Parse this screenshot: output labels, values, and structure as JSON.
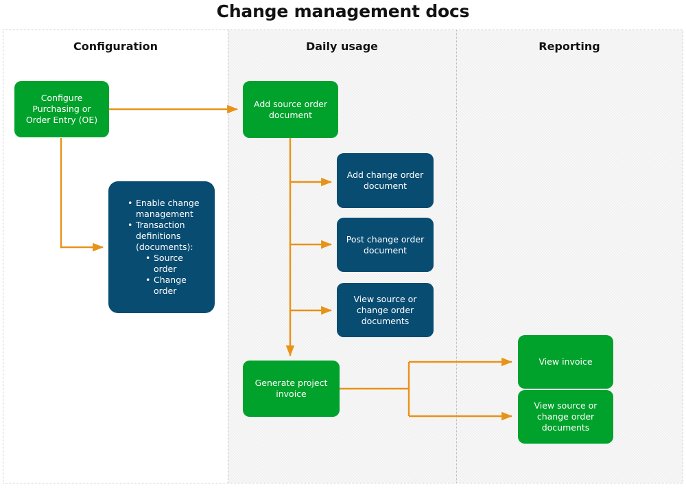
{
  "title": "Change management docs",
  "colors": {
    "green": "#00a22b",
    "navy": "#084c72",
    "orange": "#e89217",
    "lane_shade": "#f7f7f7",
    "title_text": "#121212"
  },
  "lanes": [
    {
      "id": "configuration",
      "label": "Configuration",
      "shaded": false
    },
    {
      "id": "daily-usage",
      "label": "Daily usage",
      "shaded": true
    },
    {
      "id": "reporting",
      "label": "Reporting",
      "shaded": true
    }
  ],
  "nodes": {
    "configure_purchasing": {
      "label": "Configure Purchasing or Order Entry (OE)",
      "line1": "Configure",
      "line2": "Purchasing or",
      "line3": "Order Entry (OE)",
      "color": "green",
      "lane": "configuration"
    },
    "enable_change_management": {
      "color": "navy",
      "lane": "configuration",
      "bullets": [
        {
          "text": "Enable change management",
          "children": []
        },
        {
          "text": "Transaction definitions (documents):",
          "children": [
            {
              "text": "Source order"
            },
            {
              "text": "Change order"
            }
          ]
        }
      ]
    },
    "add_source_order": {
      "label": "Add source order document",
      "color": "green",
      "lane": "daily-usage"
    },
    "add_change_order": {
      "label": "Add change order document",
      "color": "navy",
      "lane": "daily-usage"
    },
    "post_change_order": {
      "label": "Post change order document",
      "color": "navy",
      "lane": "daily-usage"
    },
    "view_source_or_change_order_daily": {
      "label": "View source or change order documents",
      "color": "navy",
      "lane": "daily-usage"
    },
    "generate_project_invoice": {
      "label": "Generate project invoice",
      "color": "green",
      "lane": "daily-usage"
    },
    "view_invoice": {
      "label": "View invoice",
      "color": "green",
      "lane": "reporting"
    },
    "view_source_or_change_order_reporting": {
      "label": "View source or change order documents",
      "color": "green",
      "lane": "reporting"
    }
  },
  "flows": [
    {
      "from": "configure_purchasing",
      "to": "add_source_order"
    },
    {
      "from": "configure_purchasing",
      "to": "enable_change_management"
    },
    {
      "from": "add_source_order",
      "to": "add_change_order"
    },
    {
      "from": "add_source_order",
      "to": "post_change_order"
    },
    {
      "from": "add_source_order",
      "to": "view_source_or_change_order_daily"
    },
    {
      "from": "add_source_order",
      "to": "generate_project_invoice"
    },
    {
      "from": "generate_project_invoice",
      "to": "view_invoice"
    },
    {
      "from": "generate_project_invoice",
      "to": "view_source_or_change_order_reporting"
    }
  ]
}
